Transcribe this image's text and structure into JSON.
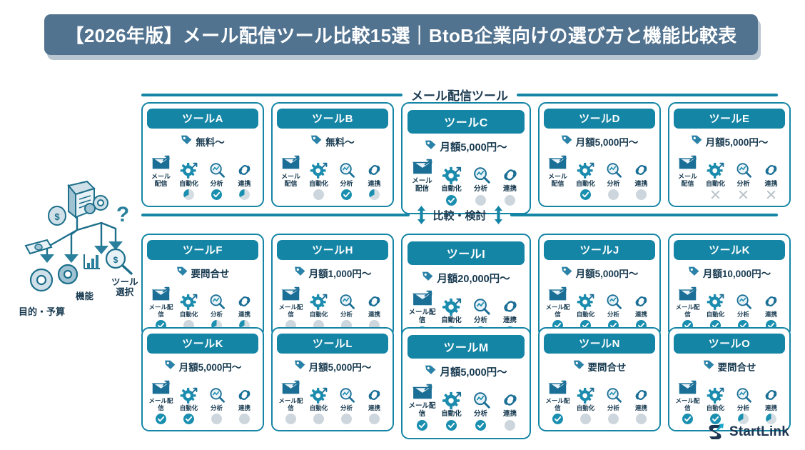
{
  "banner": {
    "title": "【2026年版】メール配信ツール比較15選｜BtoB企業向けの選び方と機能比較表"
  },
  "section": {
    "tools_heading": "メール配信ツール",
    "compare_label": "比較・検討"
  },
  "illustration": {
    "label_purpose": "目的・予算",
    "label_function": "機能",
    "label_select": "ツール\n選択"
  },
  "features": {
    "mail": "メール配信",
    "mail_wrapped": "メール\n配信",
    "automation": "自動化",
    "analytics": "分析",
    "integration": "連携"
  },
  "colors": {
    "banner": "#527390",
    "accent": "#1585a5",
    "check": "#1a8fb0",
    "muted": "#c9d2d8",
    "text_dark": "#17394f"
  },
  "rows": [
    {
      "id": "row1",
      "label_wrap": true,
      "cards": [
        {
          "name": "ツールA",
          "price": "無料〜",
          "hero": false,
          "marks": [
            "none",
            "partial",
            "check",
            "partial"
          ]
        },
        {
          "name": "ツールB",
          "price": "無料〜",
          "hero": false,
          "marks": [
            "none",
            "muted",
            "check",
            "partial"
          ]
        },
        {
          "name": "ツールC",
          "price": "月額5,000円〜",
          "hero": true,
          "marks": [
            "none",
            "check",
            "muted",
            "muted"
          ]
        },
        {
          "name": "ツールD",
          "price": "月額5,000円〜",
          "hero": false,
          "marks": [
            "none",
            "check",
            "muted",
            "muted"
          ]
        },
        {
          "name": "ツールE",
          "price": "月額5,000円〜",
          "hero": false,
          "marks": [
            "none",
            "cross",
            "cross",
            "cross"
          ]
        }
      ]
    },
    {
      "id": "row2",
      "label_wrap": false,
      "cards": [
        {
          "name": "ツールF",
          "price": "要問合せ",
          "hero": false,
          "marks": [
            "check",
            "muted",
            "partial",
            "partial"
          ]
        },
        {
          "name": "ツールH",
          "price": "月額1,000円〜",
          "hero": false,
          "marks": [
            "muted",
            "muted",
            "muted",
            "muted"
          ]
        },
        {
          "name": "ツールI",
          "price": "月額20,000円〜",
          "hero": true,
          "marks": [
            "check",
            "check",
            "check",
            "check"
          ]
        },
        {
          "name": "ツールJ",
          "price": "月額5,000円〜",
          "hero": false,
          "marks": [
            "check",
            "check",
            "check",
            "check"
          ]
        },
        {
          "name": "ツールK",
          "price": "月額10,000円〜",
          "hero": false,
          "marks": [
            "check",
            "check",
            "check",
            "check"
          ]
        }
      ]
    },
    {
      "id": "row3",
      "label_wrap": false,
      "cards": [
        {
          "name": "ツールK",
          "price": "月額5,000円〜",
          "hero": false,
          "marks": [
            "check",
            "check",
            "muted",
            "muted"
          ]
        },
        {
          "name": "ツールL",
          "price": "月額5,000円〜",
          "hero": false,
          "marks": [
            "muted",
            "muted",
            "muted",
            "muted"
          ]
        },
        {
          "name": "ツールM",
          "price": "月額5,000円〜",
          "hero": true,
          "marks": [
            "check",
            "check",
            "check",
            "muted"
          ]
        },
        {
          "name": "ツールN",
          "price": "要問合せ",
          "hero": false,
          "marks": [
            "check",
            "muted",
            "muted",
            "muted"
          ]
        },
        {
          "name": "ツールO",
          "price": "要問合せ",
          "hero": false,
          "marks": [
            "check",
            "check",
            "partial",
            "partial"
          ]
        }
      ]
    }
  ],
  "logo": {
    "text": "StartLink"
  }
}
